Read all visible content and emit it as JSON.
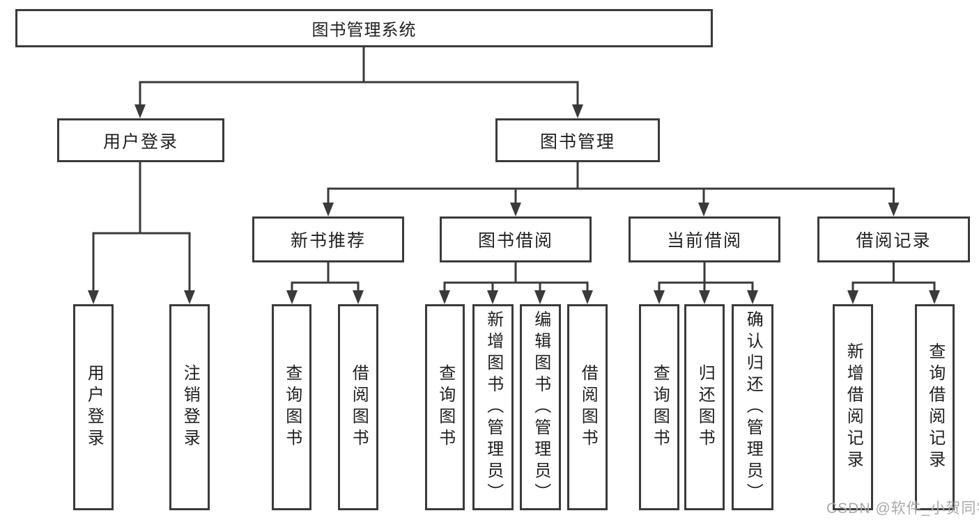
{
  "diagram": {
    "root": "图书管理系统",
    "level2": [
      "用户登录",
      "图书管理"
    ],
    "level3": [
      "新书推荐",
      "图书借阅",
      "当前借阅",
      "借阅记录"
    ],
    "leaves": {
      "user_login": [
        "用户登录",
        "注销登录"
      ],
      "new_books": [
        "查询图书",
        "借阅图书"
      ],
      "book_borrow": [
        "查询图书",
        "新增图书（管理员）",
        "编辑图书（管理员）",
        "借阅图书"
      ],
      "current_borrow": [
        "查询图书",
        "归还图书",
        "确认归还（管理员）"
      ],
      "borrow_records": [
        "新增借阅记录",
        "查询借阅记录"
      ]
    }
  },
  "watermark": "CSDN @软件_小贺同学",
  "colors": {
    "line": "#3a3a3a",
    "text": "#1f1f1f",
    "watermark": "#a8a8a8",
    "background": "#ffffff"
  }
}
